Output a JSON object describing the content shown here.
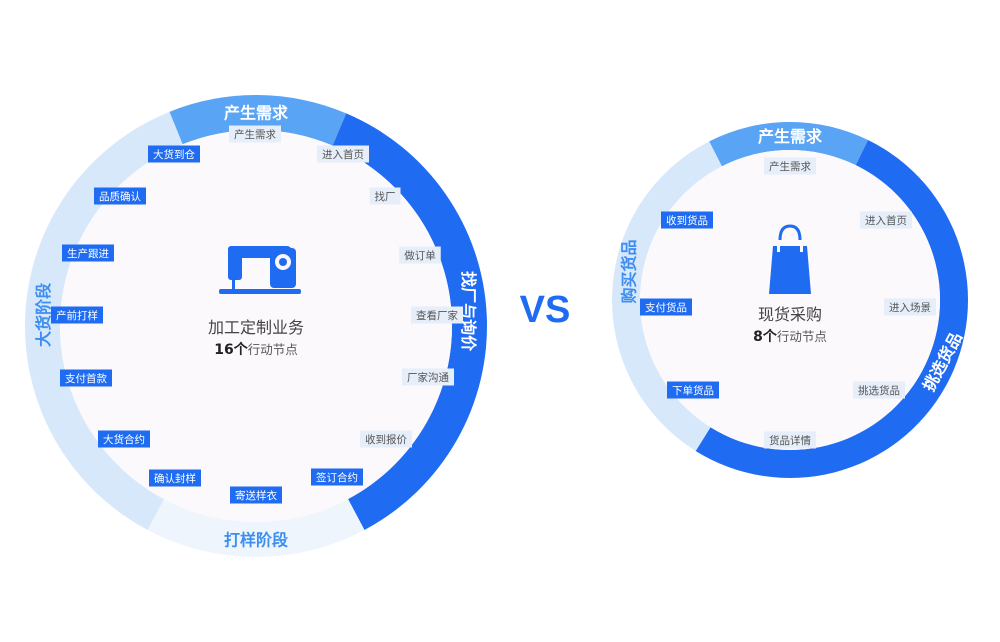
{
  "left": {
    "title": "加工定制业务",
    "count": "16个",
    "count_suffix": "行动节点",
    "icon": "sewing-machine-icon",
    "segments": [
      {
        "label": "产生需求",
        "color": "#5aa4f6",
        "text_color": "#ffffff"
      },
      {
        "label": "找厂与询价",
        "color": "#1f6cf2",
        "text_color": "#ffffff"
      },
      {
        "label": "打样阶段",
        "color": "#eef5fd",
        "text_color": "#3d8ef0"
      },
      {
        "label": "大货阶段",
        "color": "#d8e8fb",
        "text_color": "#3d8ef0"
      }
    ],
    "nodes": [
      {
        "label": "产生需求",
        "style": "light"
      },
      {
        "label": "进入首页",
        "style": "light"
      },
      {
        "label": "找厂",
        "style": "light"
      },
      {
        "label": "做订单",
        "style": "light"
      },
      {
        "label": "查看厂家",
        "style": "light"
      },
      {
        "label": "厂家沟通",
        "style": "light"
      },
      {
        "label": "收到报价",
        "style": "light"
      },
      {
        "label": "签订合约",
        "style": "dark"
      },
      {
        "label": "寄送样衣",
        "style": "dark"
      },
      {
        "label": "确认封样",
        "style": "dark"
      },
      {
        "label": "大货合约",
        "style": "dark"
      },
      {
        "label": "支付首款",
        "style": "dark"
      },
      {
        "label": "产前打样",
        "style": "dark"
      },
      {
        "label": "生产跟进",
        "style": "dark"
      },
      {
        "label": "品质确认",
        "style": "dark"
      },
      {
        "label": "大货到仓",
        "style": "dark"
      }
    ]
  },
  "vs_text": "VS",
  "right": {
    "title": "现货采购",
    "count": "8个",
    "count_suffix": "行动节点",
    "icon": "shopping-bag-icon",
    "segments": [
      {
        "label": "产生需求",
        "color": "#5aa4f6",
        "text_color": "#ffffff"
      },
      {
        "label": "挑选货品",
        "color": "#1f6cf2",
        "text_color": "#ffffff"
      },
      {
        "label": "购买货品",
        "color": "#d8e8fb",
        "text_color": "#3d8ef0"
      }
    ],
    "nodes": [
      {
        "label": "产生需求",
        "style": "light"
      },
      {
        "label": "进入首页",
        "style": "light"
      },
      {
        "label": "进入场景",
        "style": "light"
      },
      {
        "label": "挑选货品",
        "style": "light"
      },
      {
        "label": "货品详情",
        "style": "light"
      },
      {
        "label": "下单货品",
        "style": "dark"
      },
      {
        "label": "支付货品",
        "style": "dark"
      },
      {
        "label": "收到货品",
        "style": "dark"
      }
    ]
  },
  "colors": {
    "node_dark": "#1f6cf2",
    "node_light": "#e6eef9",
    "node_light_text": "#555555",
    "inner_disc": "#fbf9fb",
    "center_text": "#444444",
    "vs": "#1f6cf2",
    "icon": "#1f6cf2"
  }
}
